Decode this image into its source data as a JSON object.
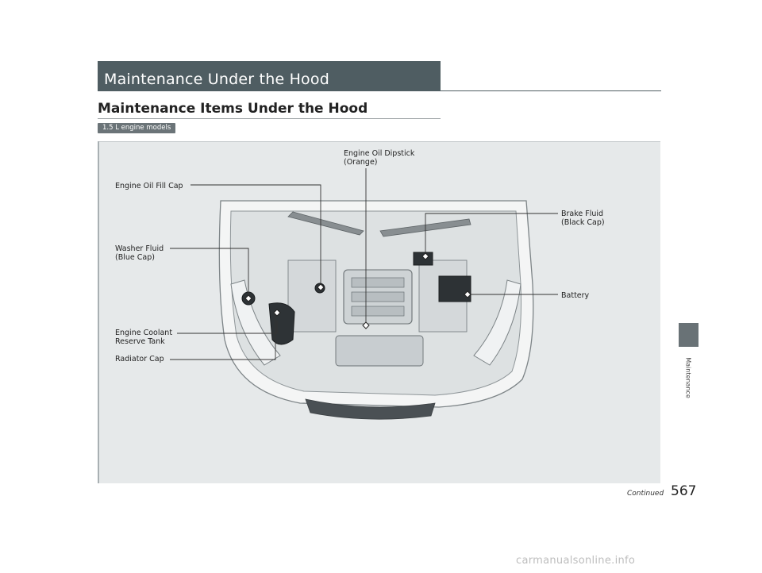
{
  "section": {
    "title": "Maintenance Under the Hood"
  },
  "subsection": {
    "title": "Maintenance Items Under the Hood"
  },
  "badge": {
    "label": "1.5 L engine models"
  },
  "callouts": {
    "dipstick_line1": "Engine Oil Dipstick",
    "dipstick_line2": "(Orange)",
    "oil_fill_cap": "Engine Oil Fill Cap",
    "brake_line1": "Brake Fluid",
    "brake_line2": "(Black Cap)",
    "washer_line1": "Washer Fluid",
    "washer_line2": "(Blue Cap)",
    "battery": "Battery",
    "coolant_line1": "Engine Coolant",
    "coolant_line2": "Reserve Tank",
    "radiator_cap": "Radiator Cap"
  },
  "side_tab": {
    "label": "Maintenance"
  },
  "footer": {
    "continued": "Continued",
    "page_number": "567"
  },
  "watermark": {
    "text": "carmanualsonline.info"
  },
  "colors": {
    "banner": "#4f5d62",
    "panel": "#e6e9ea",
    "tab": "#697276"
  }
}
